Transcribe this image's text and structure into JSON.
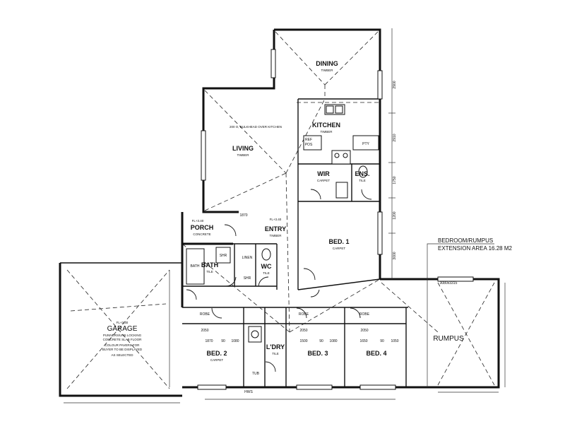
{
  "rooms": {
    "dining": {
      "name": "DINING",
      "floor": "TIMBER"
    },
    "kitchen": {
      "name": "KITCHEN",
      "floor": "TIMBER"
    },
    "living": {
      "name": "LIVING",
      "floor": "TIMBER"
    },
    "wir": {
      "name": "WIR",
      "floor": "CARPET"
    },
    "ens": {
      "name": "ENS.",
      "floor": "TILE"
    },
    "entry": {
      "name": "ENTRY",
      "floor": "TIMBER"
    },
    "porch": {
      "name": "PORCH",
      "floor": "CONCRETE"
    },
    "bed1": {
      "name": "BED. 1",
      "floor": "CARPET"
    },
    "bath": {
      "name": "BATH",
      "floor": "TILE"
    },
    "wc": {
      "name": "WC",
      "floor": "TILE"
    },
    "garage": {
      "name": "GARAGE"
    },
    "bed2": {
      "name": "BED. 2",
      "floor": "CARPET"
    },
    "ldry": {
      "name": "L'DRY",
      "floor": "TILE"
    },
    "bed3": {
      "name": "BED. 3"
    },
    "bed4": {
      "name": "BED. 4"
    },
    "rumpus": {
      "name": "RUMPUS"
    }
  },
  "notes": {
    "extension_line1": "BEDROOM/RUMPUS",
    "extension_line2": "EXTENSION AREA 16.28 M2",
    "kitchen_bulkhead": "200 O, BULKHEAD OVER KITCHEN",
    "garage_floor_line1": "PUNNERS/UNS LOCKING",
    "garage_floor_line2": "CONCRETE SLAB FLOOR",
    "garage_floor_line3": "COLOUR PAVERS FOR",
    "garage_floor_line4": "BUYER TO BE DISPLAYED",
    "garage_floor_line5": "AS SELECTED",
    "garage_fl": "FL+3.30",
    "porch_fl": "FL+3.40",
    "entry_fl": "FL+3.40",
    "ref": "REF",
    "pos": "POS",
    "pty": "PTY",
    "linen": "LINEN",
    "shr": "SHR",
    "robe": "ROBE",
    "tub": "TUB",
    "bath_fix": "BATH",
    "wc_fix": "WC",
    "shower": "SHR",
    "hws": "HWS"
  },
  "dimensions": {
    "porch_width": "1870",
    "robe_1": "2050",
    "robe_2": "2050",
    "robe_3": "2050",
    "bed2_a": "1870",
    "bed2_b": "90",
    "bed2_c": "1080",
    "bed3_a": "1500",
    "bed3_b": "90",
    "bed3_c": "1080",
    "bed4_a": "1650",
    "bed4_b": "90",
    "bed4_c": "1050",
    "right_1": "2900",
    "right_2": "2910",
    "right_3": "1750",
    "right_4": "1200",
    "right_5": "3000",
    "rumpus_top": "3080x3315"
  }
}
